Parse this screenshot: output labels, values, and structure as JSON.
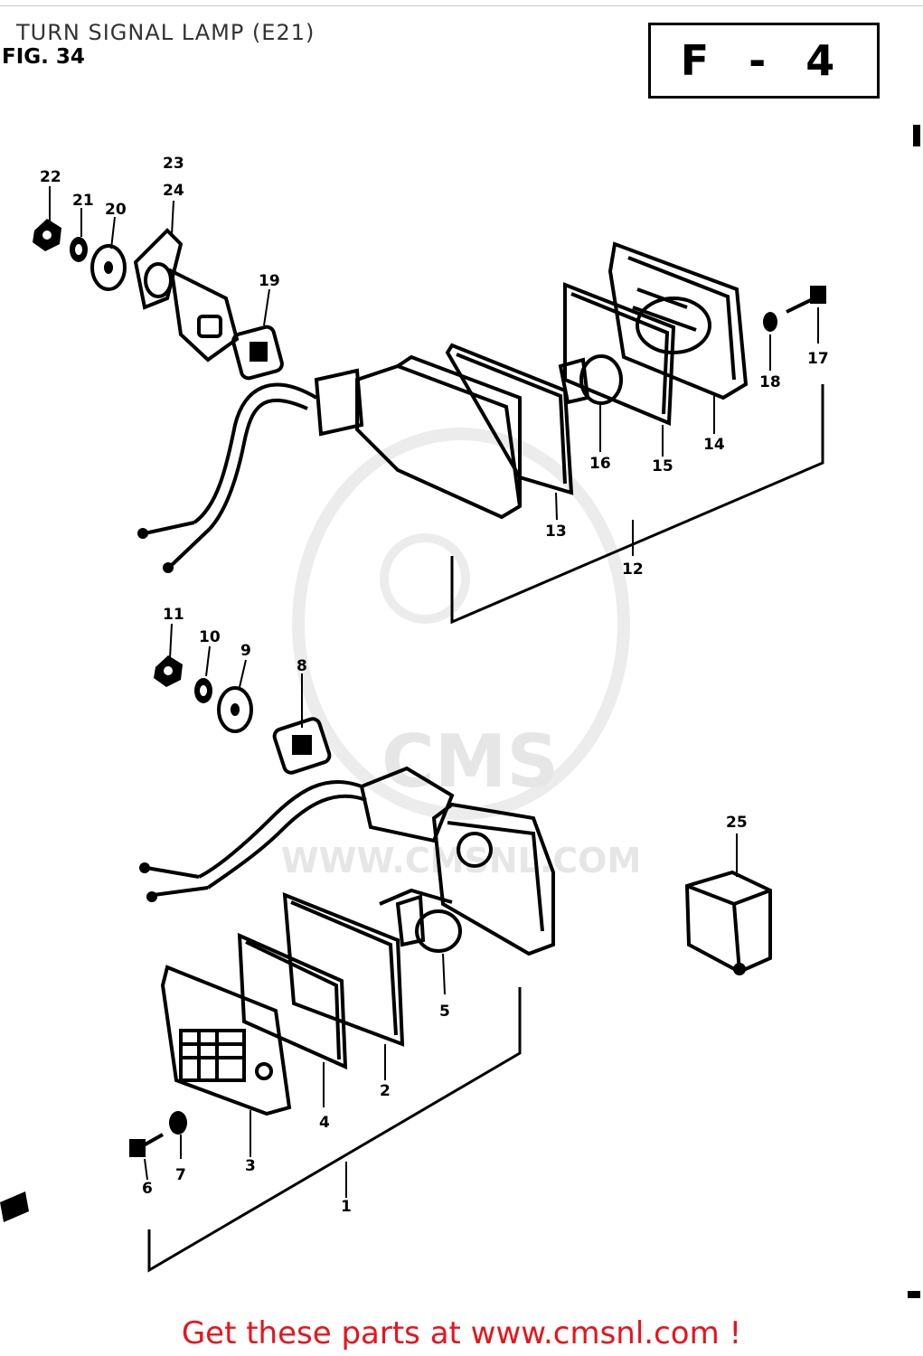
{
  "page": {
    "title": "TURN SIGNAL LAMP (E21)",
    "figure_label": "FIG. 34",
    "figure_code": "F - 4"
  },
  "watermark": {
    "brand": "CMS",
    "url": "WWW.CMSNL.COM"
  },
  "callouts": {
    "c1": "1",
    "c2": "2",
    "c3": "3",
    "c4": "4",
    "c5": "5",
    "c6": "6",
    "c7": "7",
    "c8": "8",
    "c9": "9",
    "c10": "10",
    "c11": "11",
    "c12": "12",
    "c13": "13",
    "c14": "14",
    "c15": "15",
    "c16": "16",
    "c17": "17",
    "c18": "18",
    "c19": "19",
    "c20": "20",
    "c21": "21",
    "c22": "22",
    "c23": "23",
    "c24": "24",
    "c25": "25"
  },
  "footer": {
    "banner": "Get these parts at www.cmsnl.com !"
  }
}
